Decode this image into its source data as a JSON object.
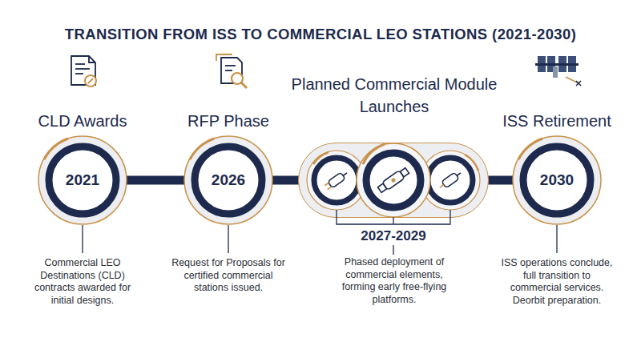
{
  "diagram": {
    "title": "TRANSITION FROM ISS TO COMMERCIAL LEO STATIONS (2021-2030)",
    "nodes": [
      {
        "text": [
          "CLD Awards",
          "2021",
          "Commercial LEO Destinations (CLD) contracts awarded for initial designs."
        ]
      },
      {
        "text": [
          "RFP Phase",
          "2026",
          "Request for Proposals for certified commercial stations issued."
        ]
      },
      {
        "text": [
          "Planned Commercial Module Launches",
          "2027-2029",
          "Phased deployment of commercial elements, forming early free-flying platforms."
        ]
      },
      {
        "text": [
          "ISS Retirement",
          "2030",
          "ISS operations conclude, full transition to commercial services. Deorbit preparation."
        ]
      }
    ],
    "edges": [
      {
        "from": 0,
        "to": 1,
        "arrow": "none"
      },
      {
        "from": 1,
        "to": 2,
        "arrow": "none"
      },
      {
        "from": 2,
        "to": 3,
        "arrow": "none"
      }
    ]
  }
}
